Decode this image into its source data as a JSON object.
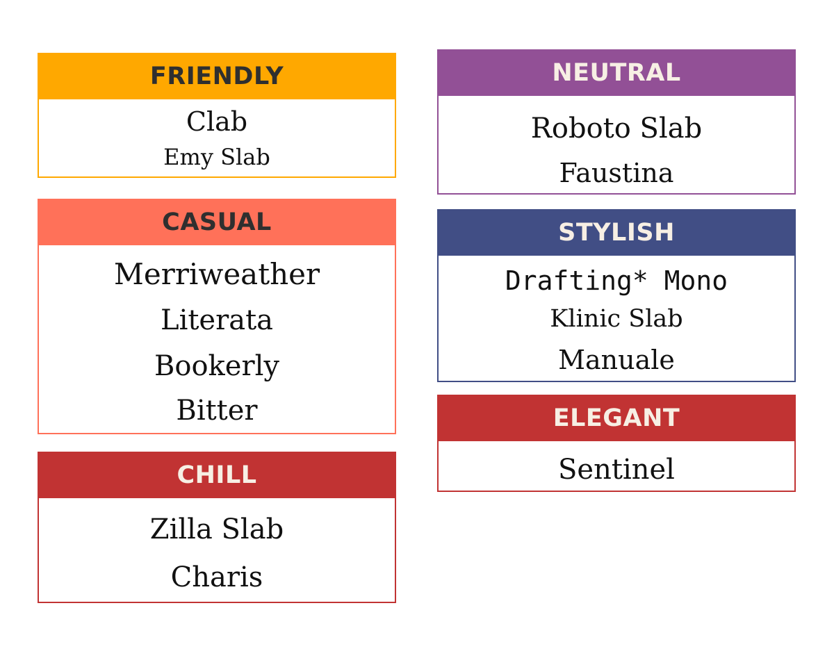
{
  "colors": {
    "friendly": "#FFA800",
    "casual": "#FF7159",
    "chill": "#C13333",
    "neutral": "#925096",
    "stylish": "#414E85",
    "elegant": "#C13333",
    "dark_text": "#2F2F2F",
    "light_text": "#F7EFE4"
  },
  "groups": {
    "friendly": {
      "title": "FRIENDLY",
      "fonts": [
        "Clab",
        "Emy Slab"
      ]
    },
    "casual": {
      "title": "CASUAL",
      "fonts": [
        "Merriweather",
        "Literata",
        "Bookerly",
        "Bitter"
      ]
    },
    "chill": {
      "title": "CHILL",
      "fonts": [
        "Zilla Slab",
        "Charis"
      ]
    },
    "neutral": {
      "title": "NEUTRAL",
      "fonts": [
        "Roboto Slab",
        "Faustina"
      ]
    },
    "stylish": {
      "title": "STYLISH",
      "fonts": [
        "Drafting* Mono",
        "Klinic Slab",
        "Manuale"
      ]
    },
    "elegant": {
      "title": "ELEGANT",
      "fonts": [
        "Sentinel"
      ]
    }
  }
}
